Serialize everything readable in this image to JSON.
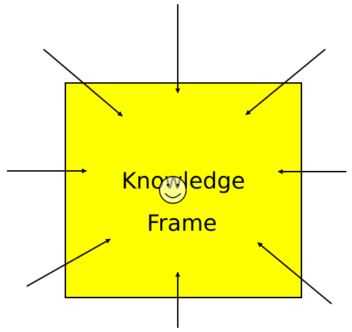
{
  "diagram": {
    "frame": {
      "label_line1": "Knowledge",
      "label_line2": "Frame",
      "fill_color": "#ffff00",
      "border_color": "#000000"
    },
    "arrow_color": "#000000",
    "arrow_count": 8,
    "center_icon": "smiley-face-icon"
  }
}
